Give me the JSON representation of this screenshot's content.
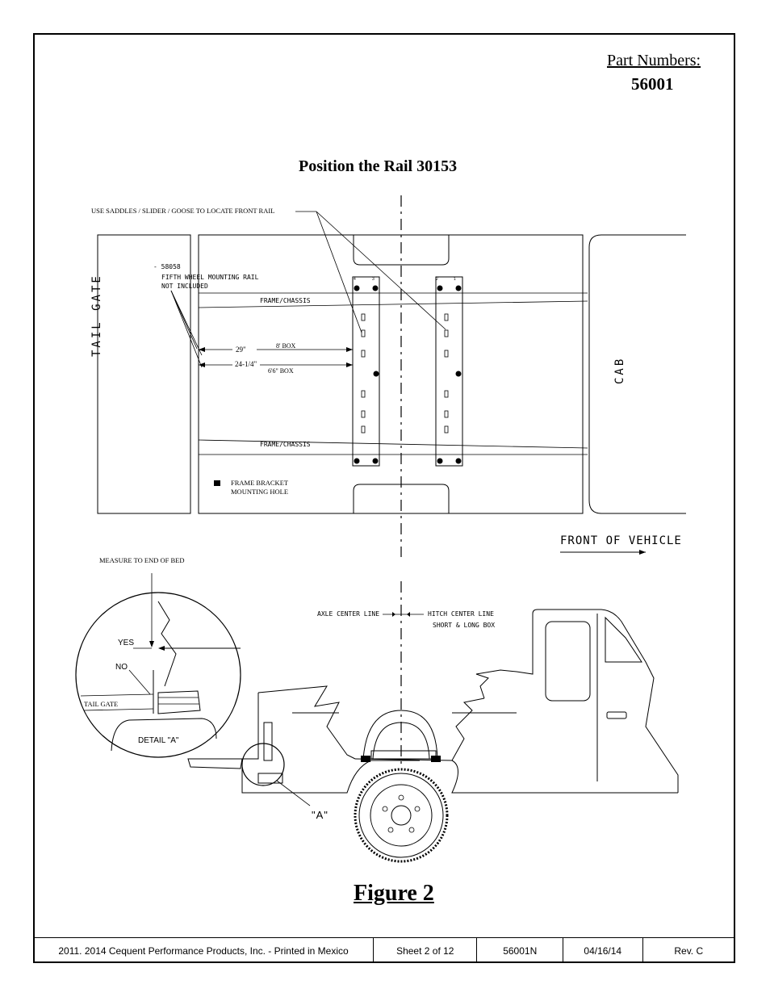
{
  "header": {
    "part_numbers_label": "Part Numbers:",
    "part_number": "56001"
  },
  "title": "Position the Rail 30153",
  "top_view": {
    "saddles_note": "USE SADDLES / SLIDER / GOOSE TO LOCATE FRONT RAIL",
    "rail_part": "- 58058",
    "rail_desc_1": "FIFTH WHEEL MOUNTING RAIL",
    "rail_desc_2": "NOT INCLUDED",
    "frame_label_top": "FRAME/CHASSIS",
    "frame_label_bottom": "FRAME/CHASSIS",
    "dim_29": "29\"",
    "box_8": "8' BOX",
    "dim_24": "24-1/4\"",
    "box_66": "6'6\" BOX",
    "tail_gate": "TAIL GATE",
    "cab": "CAB",
    "legend_line1": "FRAME BRACKET",
    "legend_line2": "MOUNTING HOLE",
    "front_of_vehicle": "FRONT OF VEHICLE",
    "rail_pin_labels": [
      "4",
      "3",
      "2",
      "1"
    ]
  },
  "side_view": {
    "measure_note": "MEASURE TO END OF BED",
    "yes": "YES",
    "no": "NO",
    "tail_gate": "TAIL GATE",
    "detail": "DETAIL \"A\"",
    "axle_center": "AXLE CENTER LINE",
    "hitch_center": "HITCH CENTER LINE",
    "short_long": "SHORT & LONG BOX",
    "callout_a": "\"A\""
  },
  "figure_caption": "Figure 2",
  "footer": {
    "copyright": "2011. 2014 Cequent  Performance  Products, Inc. -  Printed in  Mexico",
    "sheet": "Sheet 2 of 12",
    "doc_number": "56001N",
    "date": "04/16/14",
    "rev": "Rev. C"
  }
}
